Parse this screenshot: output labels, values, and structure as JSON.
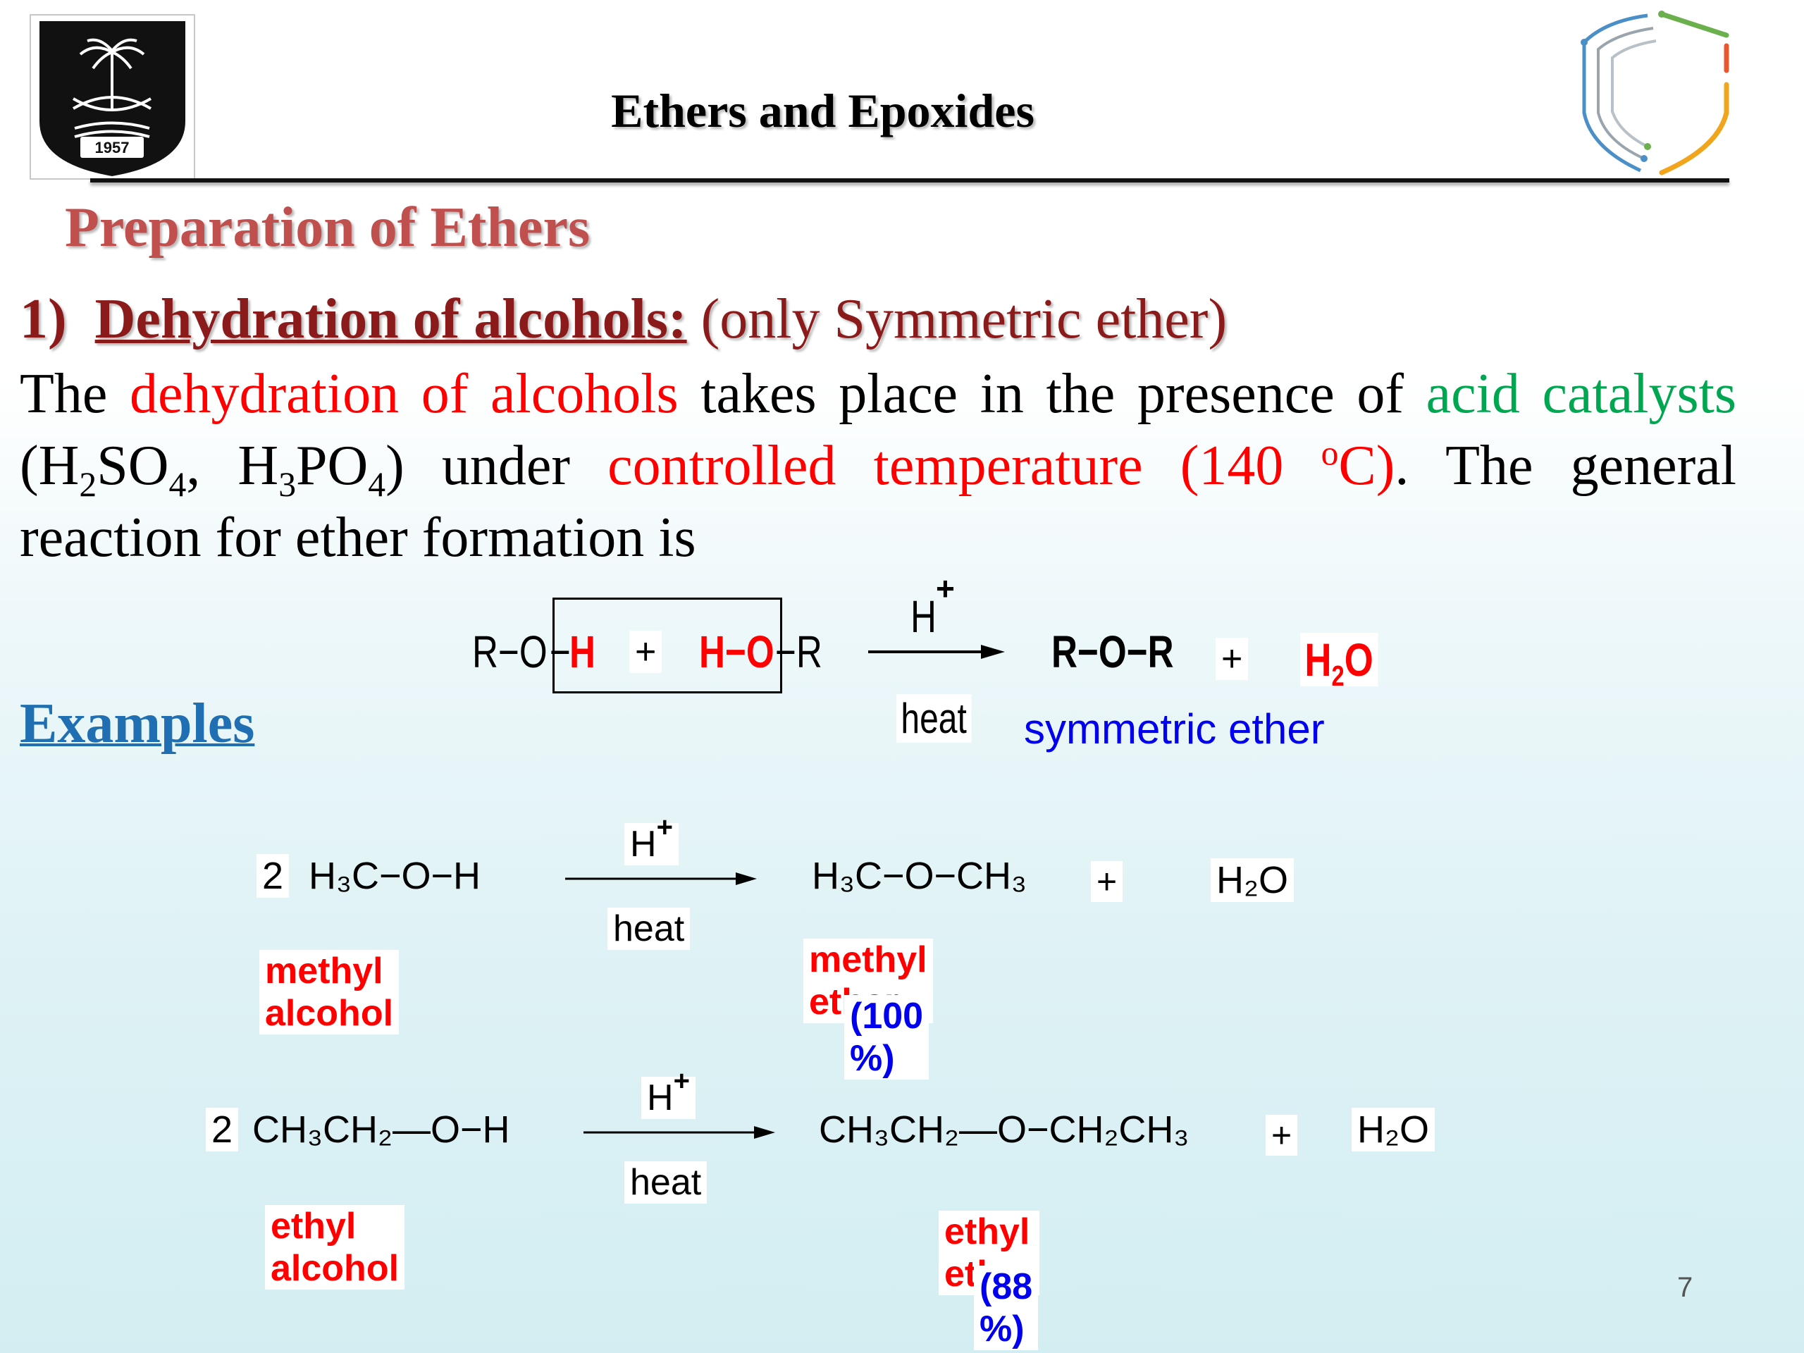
{
  "header": {
    "title": "Ethers and Epoxides",
    "logo_left_year": "1957"
  },
  "section_heading": "Preparation of Ethers",
  "subsection": {
    "number": "1)",
    "title": "Dehydration of alcohols:",
    "note": "(only Symmetric ether)"
  },
  "paragraph": {
    "p1": "The ",
    "p2": "dehydration of alcohols",
    "p3": " takes place in the presence of ",
    "p4": "acid catalysts",
    "p5": " (H",
    "s1": "2",
    "p6": "SO",
    "s2": "4",
    "p7": ", H",
    "s3": "3",
    "p8": "PO",
    "s4": "4",
    "p9": ") under ",
    "p10": "controlled temperature (140 ",
    "sup1": "o",
    "p11": "C)",
    "p12": ". The general reaction for ether formation is"
  },
  "general_reaction": {
    "r_left": "R",
    "o_left": "O",
    "h_left": "H",
    "plus1": "+",
    "h_right": "H",
    "o_right": "O",
    "r_right": "R",
    "catalyst_h": "H",
    "catalyst_plus": "+",
    "condition": "heat",
    "product": "R−O−R",
    "plus2": "+",
    "water_h": "H",
    "water_2": "2",
    "water_o": "O",
    "product_label": "symmetric ether"
  },
  "examples_heading": "Examples",
  "example1": {
    "coef": "2",
    "reactant": "H₃C−O−H",
    "catalyst": "H",
    "catalyst_plus": "+",
    "condition": "heat",
    "product": "H₃C−O−CH₃",
    "plus": "+",
    "water": "H₂O",
    "reactant_label": "methyl alcohol",
    "product_label": "methyl ether",
    "yield": "(100 %)"
  },
  "example2": {
    "coef": "2",
    "reactant": "CH₃CH₂—O−H",
    "catalyst": "H",
    "catalyst_plus": "+",
    "condition": "heat",
    "product": "CH₃CH₂—O−CH₂CH₃",
    "plus": "+",
    "water": "H₂O",
    "reactant_label": "ethyl alcohol",
    "product_label": "ethyl ether",
    "yield": "(88 %)"
  },
  "page_number": "7",
  "colors": {
    "highlight_red": "#ff0000",
    "highlight_green": "#00a650",
    "heading_red": "#c0504d",
    "subsection_red": "#8b1a1a",
    "link_blue": "#1f6fb2",
    "label_blue": "#0000ee"
  }
}
